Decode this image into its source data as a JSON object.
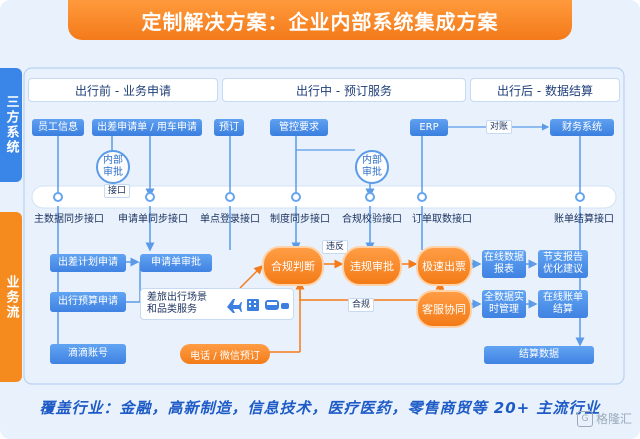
{
  "title": "定制解决方案：企业内部系统集成方案",
  "side": {
    "top": "三方系统",
    "bottom": "业务流"
  },
  "phases": [
    "出行前 - 业务申请",
    "出行中 - 预订服务",
    "出行后 - 数据结算"
  ],
  "top_systems": [
    "员工信息",
    "出差申请单 / 用车申请",
    "预订",
    "管控要求",
    "ERP",
    "财务系统"
  ],
  "reconcile": "对账",
  "approvals": [
    "内部\n审批",
    "内部\n审批"
  ],
  "interface_tag": "接口",
  "interfaces": [
    "主数据同步接口",
    "申请单同步接口",
    "单点登录接口",
    "制度同步接口",
    "合规校验接口",
    "订单取数接口",
    "账单结算接口"
  ],
  "flow": {
    "left": [
      "出差计划申请",
      "出行预算申请",
      "滴滴账号"
    ],
    "apply_approve": "申请单审批",
    "scenario": "差旅出行场景\n和品类服务",
    "phone": "电话 / 微信预订",
    "compliance": "合规判断",
    "violation_tag": "违反",
    "violation_approve": "违规审批",
    "compliant_tag": "合规",
    "fast_ticket": "极速出票",
    "service": "客服协同",
    "right_mid": [
      "在线数据\n报表",
      "节支报告\n优化建议",
      "全数据实\n时管理",
      "在线账单\n结算"
    ],
    "settlement": "结算数据"
  },
  "footer": "覆盖行业：金融，高新制造，信息技术，医疗医药，零售商贸等 20+ 主流行业",
  "watermark": "格隆汇",
  "colors": {
    "blue": "#3b7fe0",
    "orange": "#f47a1a",
    "bg": "#e8f1fc"
  }
}
